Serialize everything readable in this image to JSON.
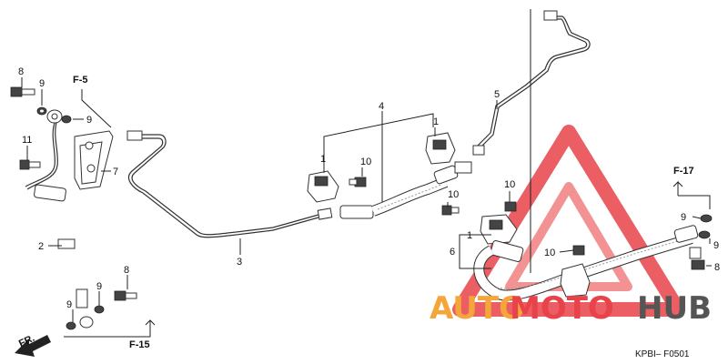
{
  "diagram": {
    "part_numbers": {
      "p8_top": "8",
      "p9_top": "9",
      "p9_right": "9",
      "p11": "11",
      "p7": "7",
      "p2": "2",
      "p3": "3",
      "p9_lower_a": "9",
      "p9_lower_b": "9",
      "p8_lower": "8",
      "p4": "4",
      "p1_left": "1",
      "p1_right": "1",
      "p10_mid": "10",
      "p10_mid2": "10",
      "p5": "5",
      "p10_right": "10",
      "p6": "6",
      "p1_lower": "1",
      "p10_lower": "10",
      "p9_far_a": "9",
      "p9_far_b": "9",
      "p8_far": "8"
    },
    "references": {
      "f5": "F-5",
      "f15": "F-15",
      "f17": "F-17"
    },
    "direction_label": "FR.",
    "drawing_code": "KPBI– F0501",
    "watermark": {
      "part1": "AUTO",
      "part2": "MOTO",
      "part3": "HUB",
      "color_orange": "#f4a63a",
      "color_red": "#e8434a",
      "color_gray": "#555555"
    }
  }
}
